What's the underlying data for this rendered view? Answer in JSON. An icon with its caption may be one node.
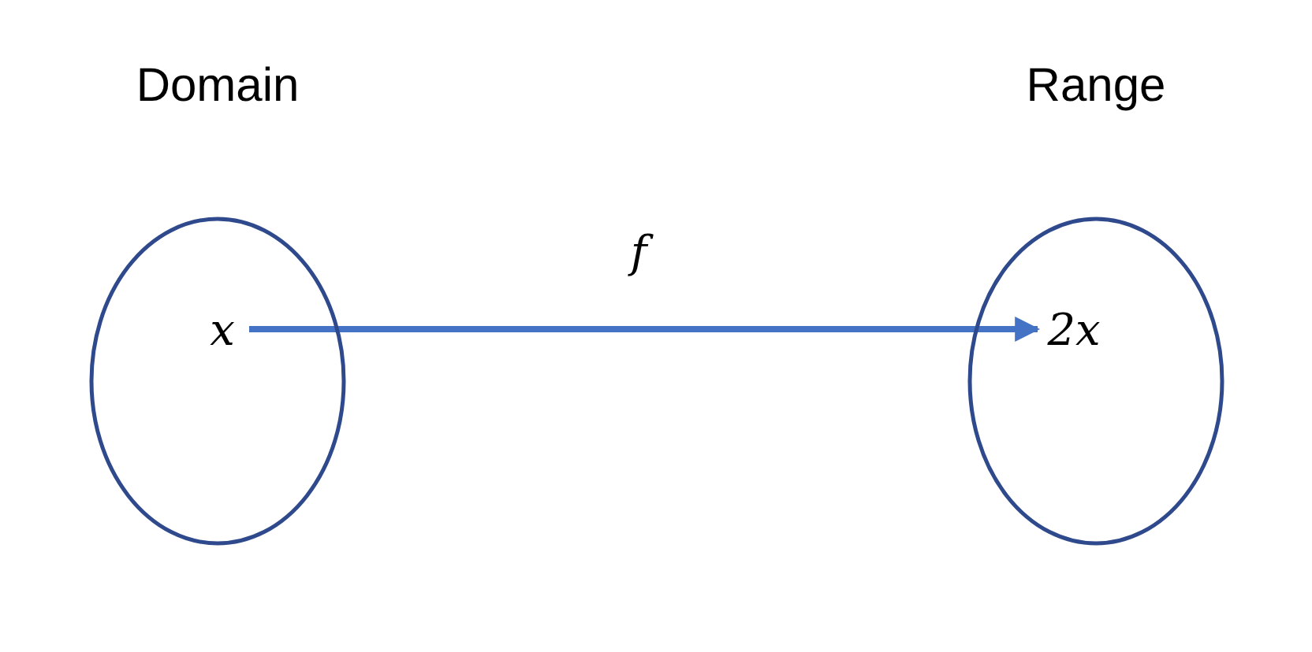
{
  "diagram": {
    "nodes": [
      {
        "text": [
          "Domain"
        ]
      },
      {
        "text": [
          "x"
        ],
        "in": 0
      },
      {
        "text": [
          "Range"
        ]
      },
      {
        "text": [
          "2x"
        ],
        "in": 2
      }
    ],
    "edges": [
      {
        "from": 1,
        "to": 3,
        "arrow": "to",
        "label": "f"
      }
    ]
  }
}
